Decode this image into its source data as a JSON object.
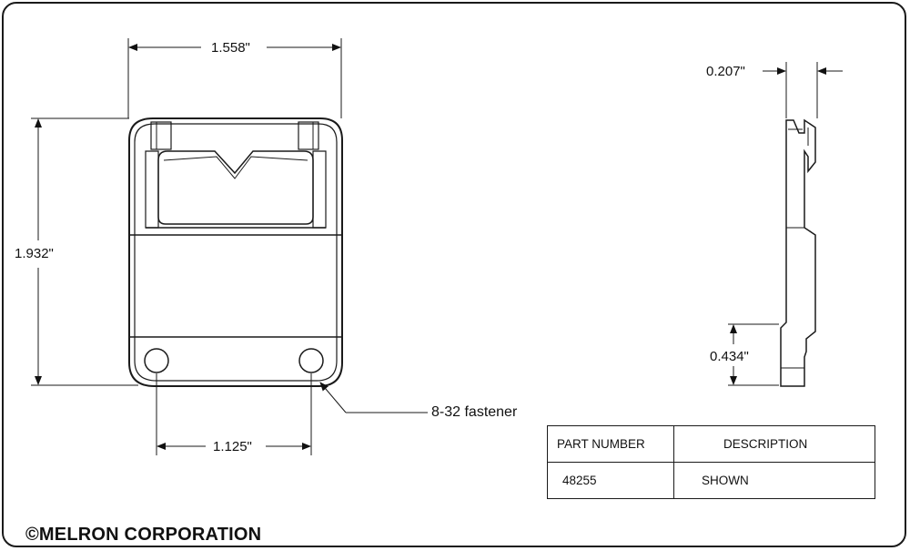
{
  "dimensions": {
    "width_label": "1.558\"",
    "height_label": "1.932\"",
    "hole_spacing_label": "1.125\"",
    "thickness_label": "0.207\"",
    "side_offset_label": "0.434\""
  },
  "callout": {
    "fastener_label": "8-32 fastener"
  },
  "parts_table": {
    "headers": [
      "PART NUMBER",
      "DESCRIPTION"
    ],
    "rows": [
      [
        "48255",
        "SHOWN"
      ]
    ]
  },
  "footer": {
    "copyright": "©MELRON CORPORATION"
  }
}
